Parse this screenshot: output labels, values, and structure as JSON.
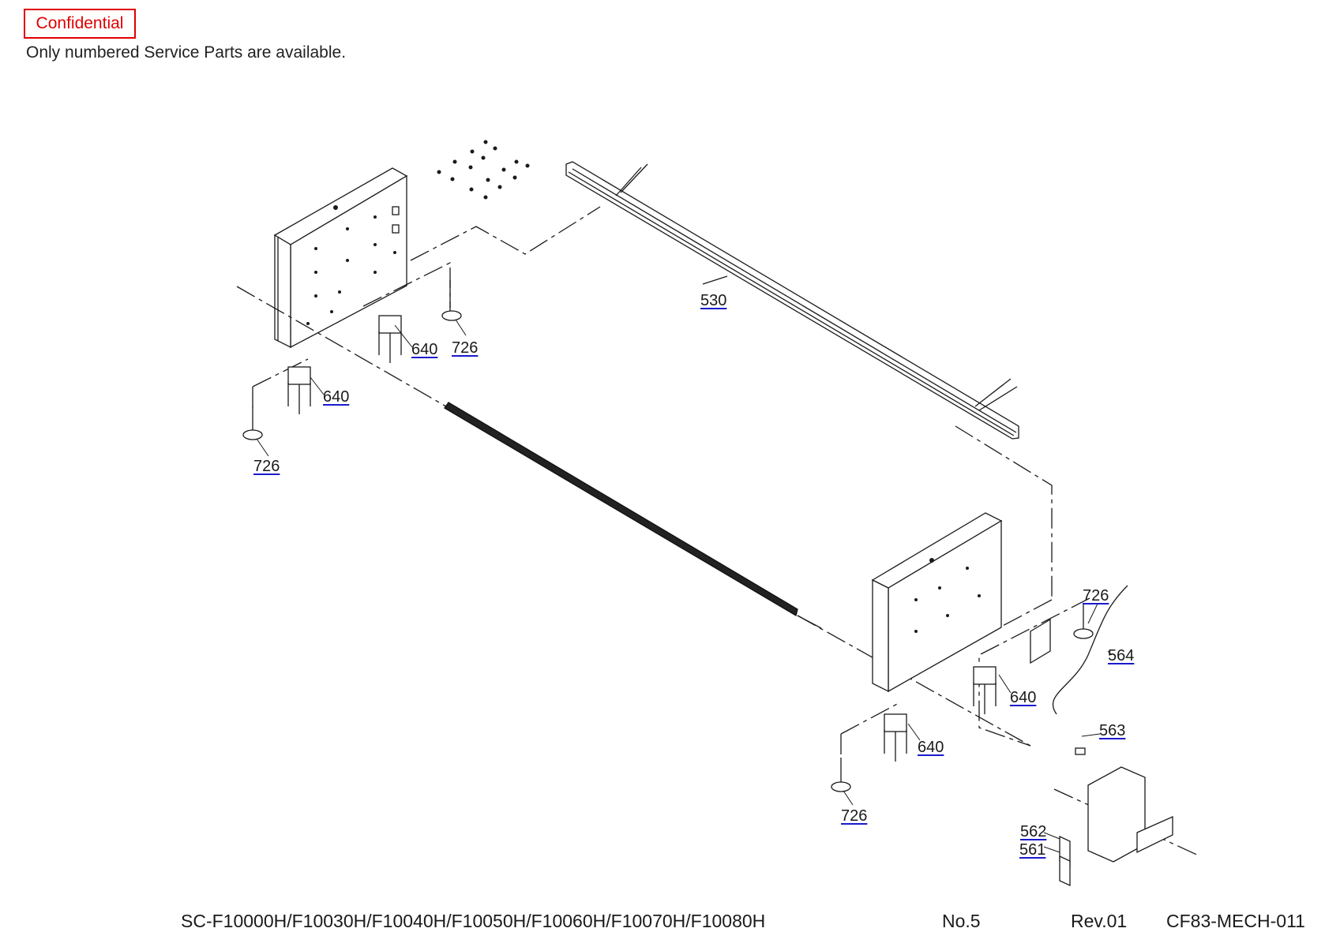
{
  "header": {
    "confidential_label": "Confidential",
    "notice": "Only numbered Service Parts are available."
  },
  "callouts": {
    "c530": "530",
    "c640_a": "640",
    "c726_a": "726",
    "c640_b": "640",
    "c726_b": "726",
    "c726_c": "726",
    "c564": "564",
    "c640_c": "640",
    "c563": "563",
    "c640_d": "640",
    "c726_d": "726",
    "c562": "562",
    "c561": "561"
  },
  "footer": {
    "models": "SC-F10000H/F10030H/F10040H/F10050H/F10060H/F10070H/F10080H",
    "page_no": "No.5",
    "revision": "Rev.01",
    "doc_code": "CF83-MECH-011"
  },
  "colors": {
    "confidential": "#e00000",
    "callout_underline": "#1a1acc",
    "line": "#1a1a1a"
  }
}
